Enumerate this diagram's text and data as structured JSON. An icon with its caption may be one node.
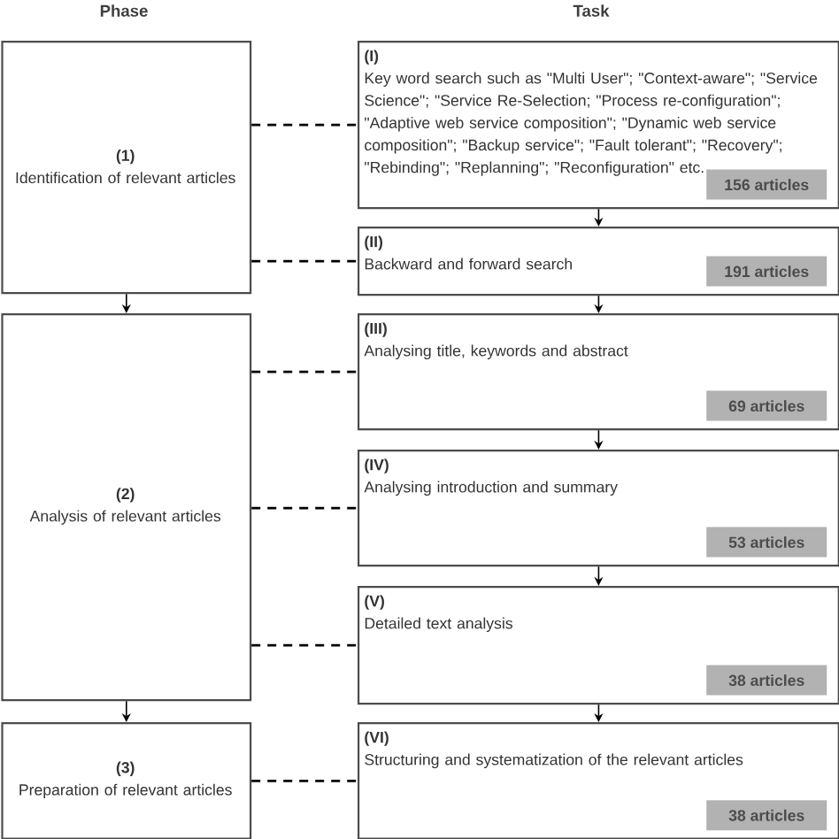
{
  "diagram": {
    "nodes": [
      {
        "text": [
          "(1)",
          "Identification of relevant articles"
        ]
      },
      {
        "text": [
          "(2)",
          "Analysis of relevant articles"
        ]
      },
      {
        "text": [
          "(3)",
          "Preparation of relevant articles"
        ]
      },
      {
        "text": [
          "(I)",
          "Key word search such as \"Multi User\"; \"Context-aware\"; \"Service Science\"; \"Service Re-Selection; \"Process re-configuration\"; \"Adaptive web service composition\"; \"Dynamic web service composition\"; \"Backup service\"; \"Fault tolerant\"; \"Recovery\"; \"Rebinding\"; \"Replanning\"; \"Reconfiguration\" etc."
        ]
      },
      {
        "text": [
          "156 articles"
        ],
        "in": 3
      },
      {
        "text": [
          "(II)",
          "Backward and forward search"
        ]
      },
      {
        "text": [
          "191 articles"
        ],
        "in": 5
      },
      {
        "text": [
          "(III)",
          "Analysing title, keywords and abstract"
        ]
      },
      {
        "text": [
          "69 articles"
        ],
        "in": 7
      },
      {
        "text": [
          "(IV)",
          "Analysing introduction and summary"
        ]
      },
      {
        "text": [
          "53 articles"
        ],
        "in": 9
      },
      {
        "text": [
          "(V)",
          "Detailed text analysis"
        ]
      },
      {
        "text": [
          "38 articles"
        ],
        "in": 11
      },
      {
        "text": [
          "(VI)",
          "Structuring and systematization of the relevant articles"
        ]
      },
      {
        "text": [
          "38 articles"
        ],
        "in": 13
      }
    ],
    "edges": [
      {
        "from": 0,
        "to": 1,
        "arrow": "to"
      },
      {
        "from": 1,
        "to": 2,
        "arrow": "to"
      },
      {
        "from": 3,
        "to": 5,
        "arrow": "to"
      },
      {
        "from": 5,
        "to": 7,
        "arrow": "to"
      },
      {
        "from": 7,
        "to": 9,
        "arrow": "to"
      },
      {
        "from": 9,
        "to": 11,
        "arrow": "to"
      },
      {
        "from": 11,
        "to": 13,
        "arrow": "to"
      },
      {
        "from": 0,
        "to": 3,
        "arrow": "none",
        "style": "dashed"
      },
      {
        "from": 0,
        "to": 5,
        "arrow": "none",
        "style": "dashed"
      },
      {
        "from": 1,
        "to": 7,
        "arrow": "none",
        "style": "dashed"
      },
      {
        "from": 1,
        "to": 9,
        "arrow": "none",
        "style": "dashed"
      },
      {
        "from": 1,
        "to": 11,
        "arrow": "none",
        "style": "dashed"
      },
      {
        "from": 2,
        "to": 13,
        "arrow": "none",
        "style": "dashed"
      }
    ],
    "labels": [
      "Phase",
      "Task"
    ]
  }
}
